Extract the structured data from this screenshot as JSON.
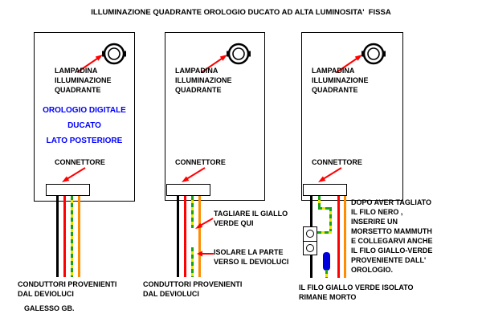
{
  "title": "ILLUMINAZIONE QUADRANTE OROLOGIO DUCATO AD ALTA LUMINOSITA'  FISSA",
  "colors": {
    "wire_black": "#000000",
    "wire_red": "#ff0000",
    "wire_green": "#18a018",
    "wire_yellow": "#e6e600",
    "wire_orange": "#ff8c00",
    "arrow_red": "#ff0000",
    "label_blue": "#0000ff",
    "cap_blue": "#0000dd",
    "panel_border": "#000000"
  },
  "icons": {
    "bulb": "bulb-socket-rear-view",
    "arrow": "red-pointer-arrow",
    "mammut_screw": "screw-terminal",
    "cap": "insulated-end-cap"
  },
  "panels": [
    {
      "bulb_label": "LAMPADINA\nILLUMINAZIONE\nQUADRANTE",
      "center_label": "OROLOGIO DIGITALE\nDUCATO\nLATO POSTERIORE",
      "connector_label": "CONNETTORE",
      "bottom_label": "CONDUTTORI PROVENIENTI\nDAL DEVIOLUCI",
      "signature": "GALESSO GB."
    },
    {
      "bulb_label": "LAMPADINA\nILLUMINAZIONE\nQUADRANTE",
      "connector_label": "CONNETTORE",
      "cut_label": "TAGLIARE IL GIALLO\nVERDE QUI",
      "isolate_label": "ISOLARE LA PARTE\nVERSO IL DEVIOLUCI",
      "bottom_label": "CONDUTTORI PROVENIENTI\nDAL DEVIOLUCI"
    },
    {
      "bulb_label": "LAMPADINA\nILLUMINAZIONE\nQUADRANTE",
      "connector_label": "CONNETTORE",
      "note_label": "DOPO AVER TAGLIATO\nIL FILO NERO ,\nINSERIRE UN\nMORSETTO MAMMUTH\nE COLLEGARVI ANCHE\nIL FILO GIALLO-VERDE\nPROVENIENTE DALL'\nOROLOGIO.",
      "bottom_label": "IL FILO GIALLO VERDE ISOLATO\nRIMANE MORTO"
    }
  ]
}
